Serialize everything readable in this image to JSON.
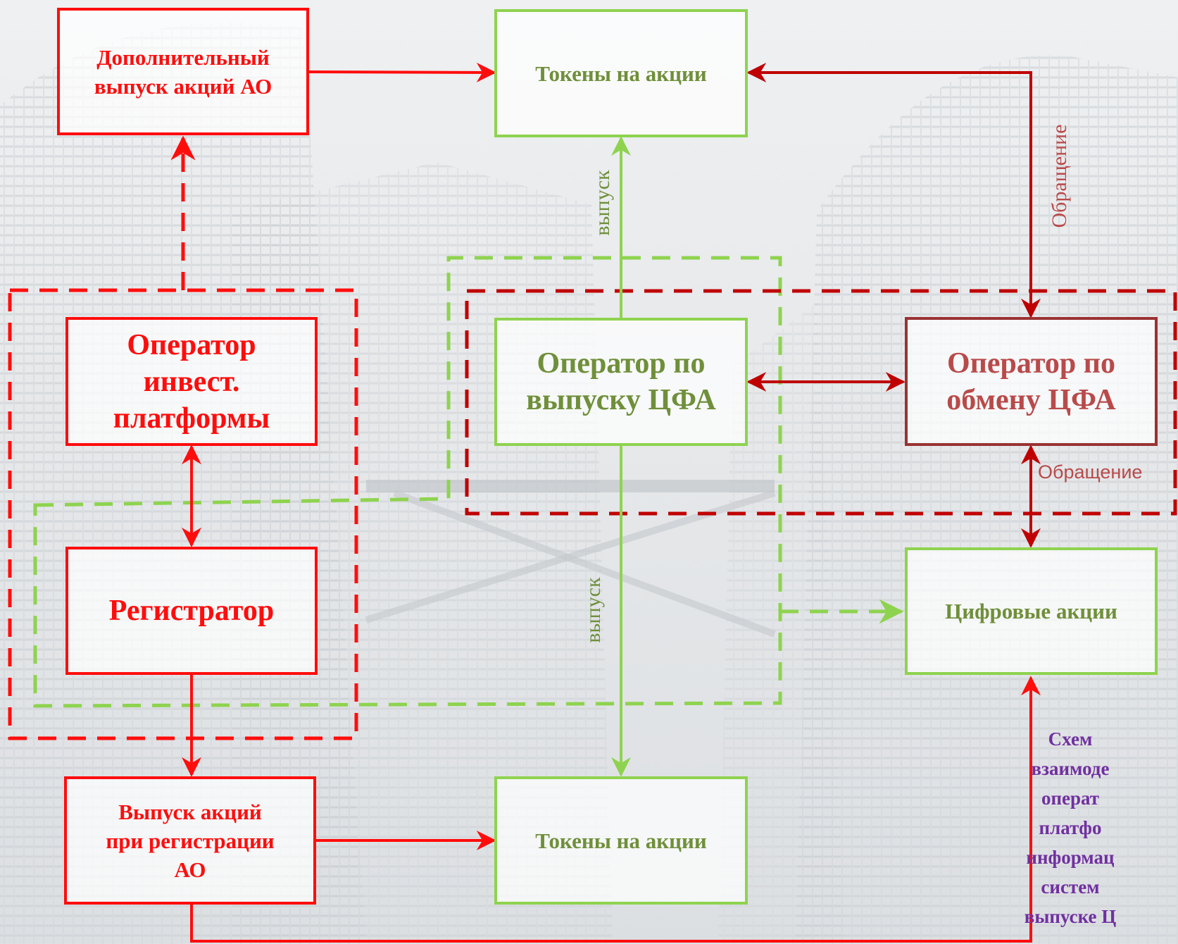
{
  "colors": {
    "red": "#ff0d0d",
    "dark_red": "#c00000",
    "green": "#8ed34f",
    "green_text": "#6f8f3a",
    "maroon": "#9a3232",
    "maroon_text": "#b94a4a",
    "purple": "#7030a0"
  },
  "nodes": {
    "additional_issue": "Дополнительный\nвыпуск акций АО",
    "tokens_top": "Токены на акции",
    "investment_platform_operator": "Оператор\nинвест.\nплатформы",
    "issue_operator": "Оператор по\nвыпуску ЦФА",
    "exchange_operator": "Оператор по\nобмену ЦФА",
    "registrar": "Регистратор",
    "digital_shares": "Цифровые акции",
    "issue_at_registration": "Выпуск акций\nпри регистрации\nАО",
    "tokens_bottom": "Токены на акции"
  },
  "edge_labels": {
    "issue_up": "выпуск",
    "issue_down": "выпуск",
    "circulation_vertical": "Обращение",
    "circulation_horizontal": "Обращение"
  },
  "side_note": "Схем\nвзаимоде\nоперат\nплатфо\nинформац\nсистем\nвыпуске Ц"
}
